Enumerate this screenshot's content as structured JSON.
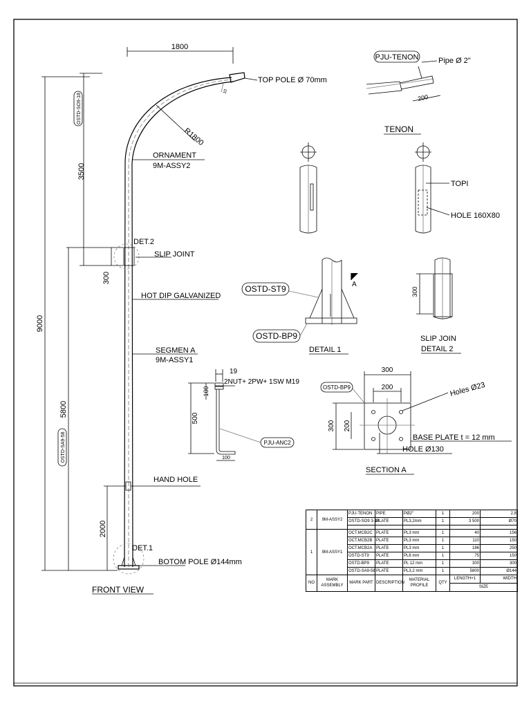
{
  "front_view": {
    "title": "FRONT VIEW",
    "dim_reach": "1800",
    "dim_radius": "R1800",
    "dim_total": "9000",
    "dim_upper": "3500",
    "dim_lower": "5800",
    "dim_slip": "300",
    "dim_handhole": "2000",
    "dim_angle": "10",
    "tag_top": "OSTD-SO9-18",
    "tag_mid": "OSTD-SA9-58",
    "labels": {
      "top_pole": "TOP POLE Ø 70mm",
      "ornament": "ORNAMENT",
      "ornament_assy": "9M-ASSY2",
      "det2": "DET.2",
      "slip_joint": "SLIP JOINT",
      "hot_dip": "HOT DIP GALVANIZED",
      "segmen": "SEGMEN A",
      "segmen_assy": "9M-ASSY1",
      "hand_hole": "HAND HOLE",
      "det1": "DET.1",
      "bottom_pole": "BOTOM POLE Ø144mm"
    }
  },
  "tenon": {
    "tag": "PJU-TENON",
    "pipe": "Pipe Ø 2\"",
    "dim": "200",
    "title": "TENON"
  },
  "detail_views": {
    "topi": "TOPI",
    "hole": "HOLE 160X80"
  },
  "detail1": {
    "tag_st": "OSTD-ST9",
    "tag_bp": "OSTD-BP9",
    "section_mark": "A",
    "title": "DETAIL 1"
  },
  "detail2": {
    "dim": "300",
    "title_line1": "SLIP JOIN",
    "title_line2": "DETAIL 2"
  },
  "anchor": {
    "dim_19": "19",
    "dim_100_top": "100",
    "dim_500": "500",
    "dim_100_bottom": "100",
    "note": "2NUT+ 2PW+ 1SW M19",
    "tag": "PJU-ANC2"
  },
  "section_a": {
    "tag": "OSTD-BP9",
    "dim_300_h": "300",
    "dim_200_h": "200",
    "dim_300_v": "300",
    "dim_200_v": "200",
    "holes": "Holes Ø23",
    "base_plate": "BASE PLATE t = 12 mm",
    "hole_center": "HOLE Ø130",
    "title": "SECTION A"
  },
  "table": {
    "headers": {
      "no": "NO",
      "mark_assembly": [
        "MARK",
        "ASSEMBLY"
      ],
      "mark_part": "MARK PART",
      "description": "DESCRIPTION",
      "material": [
        "MATERIAL",
        "PROFILE"
      ],
      "qty": "QTY",
      "length": "LENGTH+1",
      "width": "WIDTH",
      "size": "SIZE"
    },
    "groups": [
      {
        "no": "2",
        "assembly": "9M-ASSY2",
        "rows": [
          {
            "part": "PJU-TENON",
            "desc": "PIPE",
            "mat": "PØ2\"",
            "qty": "1",
            "len": "200",
            "wid": "2,8"
          },
          {
            "part": "OSTD-SO9 3-18",
            "desc": "PLATE",
            "mat": "PL3,2mm",
            "qty": "1",
            "len": "3 500",
            "wid": "Ø70"
          }
        ]
      },
      {
        "no": "1",
        "assembly": "9M-ASSY1",
        "rows": [
          {
            "part": "OCT.MCB2C",
            "desc": "PLATE",
            "mat": "PL3 mm",
            "qty": "1",
            "len": "40",
            "wid": "156"
          },
          {
            "part": "OCT.MCB2B",
            "desc": "PLATE",
            "mat": "PL3 mm",
            "qty": "1",
            "len": "110",
            "wid": "150"
          },
          {
            "part": "OCT.MCB2A",
            "desc": "PLATE",
            "mat": "PL3 mm",
            "qty": "1",
            "len": "186",
            "wid": "250"
          },
          {
            "part": "OSTD-ST9",
            "desc": "PLATE",
            "mat": "PL6 mm",
            "qty": "1",
            "len": "75",
            "wid": "150"
          },
          {
            "part": "OSTD-BP9",
            "desc": "PLATE",
            "mat": "PL 12 mm",
            "qty": "1",
            "len": "300",
            "wid": "300"
          },
          {
            "part": "OSTD-SA9-58",
            "desc": "PLATE",
            "mat": "PL3,2 mm",
            "qty": "1",
            "len": "5800",
            "wid": "Ø144"
          }
        ]
      }
    ]
  }
}
